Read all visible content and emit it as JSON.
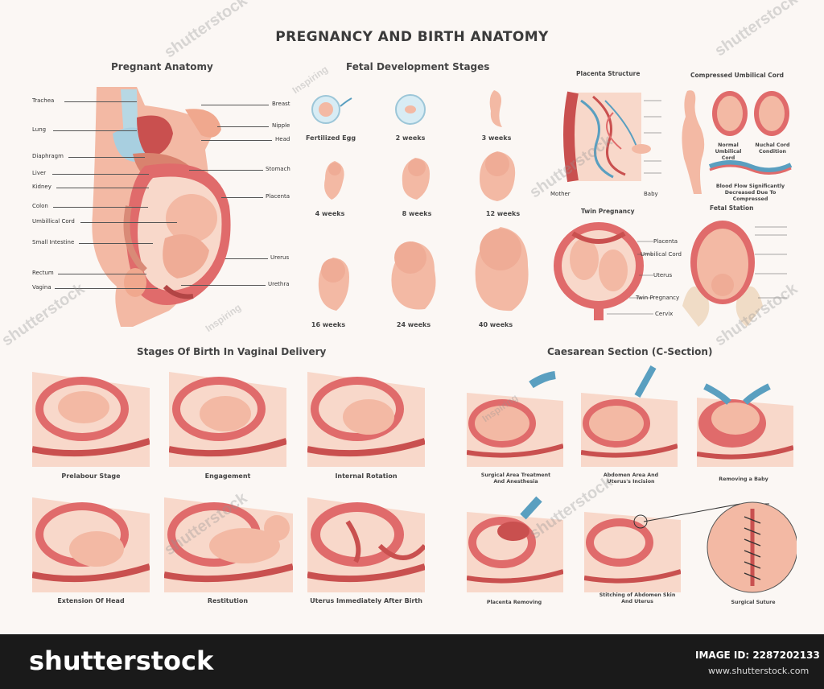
{
  "title": "PREGNANCY AND BIRTH ANATOMY",
  "sections": {
    "pregnant_anatomy": "Pregnant Anatomy",
    "fetal_development": "Fetal Development Stages",
    "placenta_structure": "Placenta Structure",
    "compressed_cord": "Compressed Umbilical Cord",
    "twin_pregnancy": "Twin Pregnancy",
    "fetal_station": "Fetal Station",
    "stages_of_birth": "Stages Of Birth In Vaginal Delivery",
    "caesarean": "Caesarean Section (C-Section)"
  },
  "anatomy_left_labels": [
    "Trachea",
    "Lung",
    "Diaphragm",
    "Liver",
    "Kidney",
    "Colon",
    "Umbillical Cord",
    "Small Intestine",
    "Rectum",
    "Vagina"
  ],
  "anatomy_right_labels": [
    "Breast",
    "Nipple",
    "Head",
    "Stomach",
    "Placenta",
    "Urerus",
    "Urethra"
  ],
  "fetal_stages": [
    {
      "label": "Fertilized Egg"
    },
    {
      "label": "2 weeks"
    },
    {
      "label": "3 weeks"
    },
    {
      "label": "4 weeks"
    },
    {
      "label": "8 weeks"
    },
    {
      "label": "12 weeks"
    },
    {
      "label": "16 weeks"
    },
    {
      "label": "24 weeks"
    },
    {
      "label": "40 weeks"
    }
  ],
  "placenta": {
    "mother": "Mother",
    "baby": "Baby"
  },
  "cord": {
    "normal": "Normal Umbilical Cord",
    "nuchal": "Nuchal Cord Condition",
    "note": "Blood Flow Significantly Decreased Due To Compressed"
  },
  "twin_labels": [
    "Placenta",
    "Umbilical Cord",
    "Uterus",
    "Twin Pregnancy",
    "Cervix"
  ],
  "birth_stages": [
    "Prelabour Stage",
    "Engagement",
    "Internal Rotation",
    "Extension Of Head",
    "Restitution",
    "Uterus Immediately After Birth"
  ],
  "csection_steps": [
    "Surgical Area Treatment And Anesthesia",
    "Abdomen Area And Uterus's Incision",
    "Removing a Baby",
    "Placenta Removing",
    "Stitching of  Abdomen Skin And Uterus",
    "Surgical Suture"
  ],
  "watermarks": [
    "shutterstock",
    "Inspiring"
  ],
  "footer": {
    "brand": "shutterstock",
    "image_id_label": "IMAGE ID: 2287202133",
    "site": "www.shutterstock.com"
  },
  "colors": {
    "skin": "#f3b9a4",
    "uterus": "#e06b6b",
    "dark_red": "#c9504f",
    "pale": "#f8d8ca",
    "blue": "#5a9fc0",
    "footer": "#1a1a1a"
  }
}
